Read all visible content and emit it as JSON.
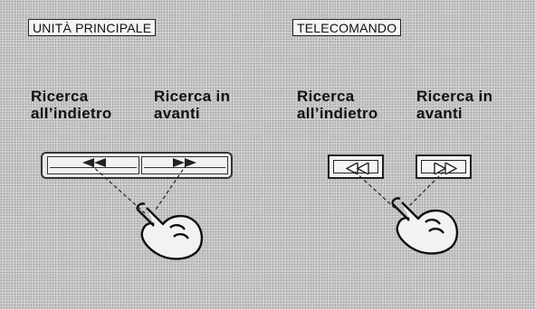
{
  "main_unit": {
    "title": "UNITÀ PRINCIPALE",
    "reverse_label": "Ricerca\nall’indietro",
    "forward_label": "Ricerca in\navanti",
    "reverse_icon": "rewind-icon",
    "forward_icon": "fast-forward-icon"
  },
  "remote": {
    "title": "TELECOMANDO",
    "reverse_label": "Ricerca\nall’indietro",
    "forward_label": "Ricerca in\navanti",
    "reverse_icon": "rewind-icon",
    "forward_icon": "fast-forward-icon"
  },
  "pointer_icon": "pointing-hand-icon"
}
